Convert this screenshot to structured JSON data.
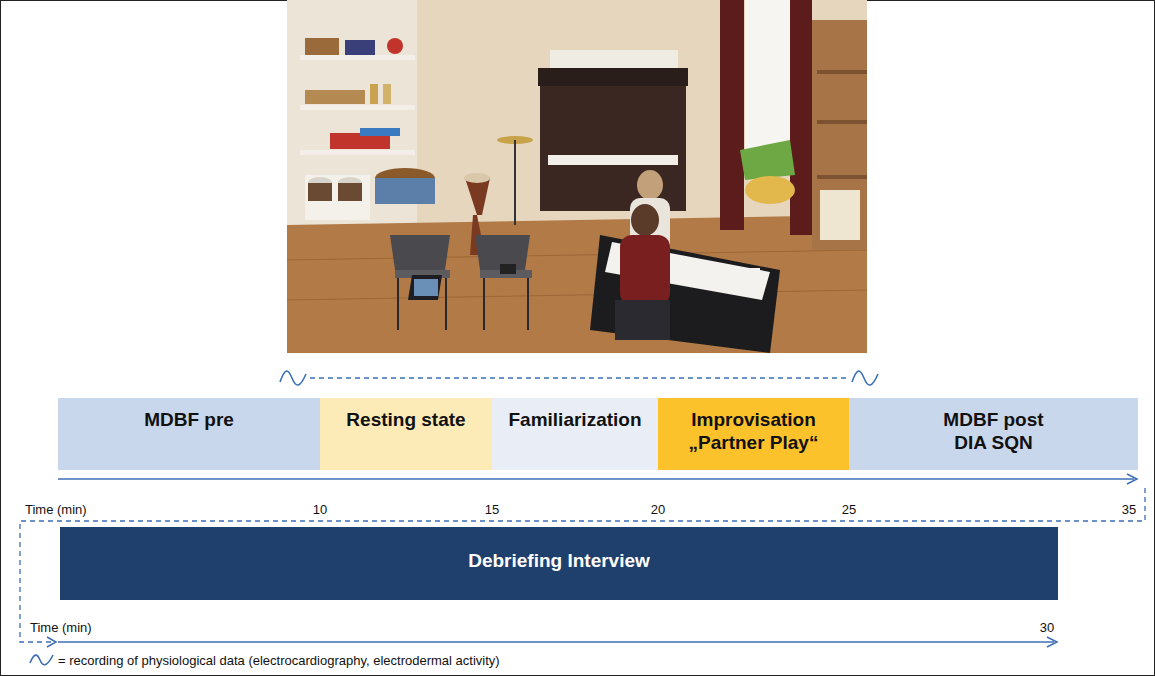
{
  "diagram": {
    "nodes": [
      {
        "text": [
          "MDBF pre"
        ]
      },
      {
        "text": [
          "Resting state"
        ]
      },
      {
        "text": [
          "Familiarization"
        ]
      },
      {
        "text": [
          "Improvisation",
          "„Partner Play“"
        ]
      },
      {
        "text": [
          "MDBF post",
          "DIA SQN"
        ]
      },
      {
        "text": [
          "Debriefing Interview"
        ]
      }
    ],
    "labels": [
      "Time (min)",
      "10",
      "15",
      "20",
      "25",
      "35",
      "Time (min)",
      "30"
    ],
    "legend": [
      {
        "text": "= recording of physiological data (electrocardiography, electrodermal activity)"
      }
    ]
  }
}
